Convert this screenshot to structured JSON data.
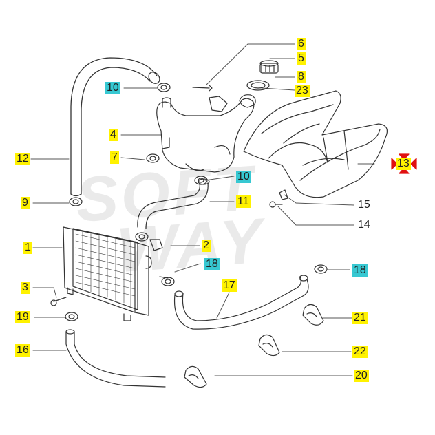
{
  "watermark": {
    "line1": "SOFT",
    "line2": "WAY"
  },
  "colors": {
    "highlight_yellow": "#fff200",
    "highlight_cyan": "#37c8d2",
    "marker_red": "#e01010",
    "line": "#333333"
  },
  "callouts": [
    {
      "id": "c6",
      "text": "6",
      "highlight": "yellow"
    },
    {
      "id": "c5",
      "text": "5",
      "highlight": "yellow"
    },
    {
      "id": "c8",
      "text": "8",
      "highlight": "yellow"
    },
    {
      "id": "c23",
      "text": "23",
      "highlight": "yellow"
    },
    {
      "id": "c10a",
      "text": "10",
      "highlight": "cyan"
    },
    {
      "id": "c4",
      "text": "4",
      "highlight": "yellow"
    },
    {
      "id": "c12",
      "text": "12",
      "highlight": "yellow"
    },
    {
      "id": "c7",
      "text": "7",
      "highlight": "yellow"
    },
    {
      "id": "c10b",
      "text": "10",
      "highlight": "cyan"
    },
    {
      "id": "c13",
      "text": "13",
      "highlight": "yellow"
    },
    {
      "id": "c9",
      "text": "9",
      "highlight": "yellow"
    },
    {
      "id": "c11",
      "text": "11",
      "highlight": "yellow"
    },
    {
      "id": "c15",
      "text": "15",
      "highlight": "none"
    },
    {
      "id": "c14",
      "text": "14",
      "highlight": "none"
    },
    {
      "id": "c1",
      "text": "1",
      "highlight": "yellow"
    },
    {
      "id": "c2",
      "text": "2",
      "highlight": "yellow"
    },
    {
      "id": "c18a",
      "text": "18",
      "highlight": "cyan"
    },
    {
      "id": "c18b",
      "text": "18",
      "highlight": "cyan"
    },
    {
      "id": "c3",
      "text": "3",
      "highlight": "yellow"
    },
    {
      "id": "c17",
      "text": "17",
      "highlight": "yellow"
    },
    {
      "id": "c19",
      "text": "19",
      "highlight": "yellow"
    },
    {
      "id": "c21",
      "text": "21",
      "highlight": "yellow"
    },
    {
      "id": "c16",
      "text": "16",
      "highlight": "yellow"
    },
    {
      "id": "c22",
      "text": "22",
      "highlight": "yellow"
    },
    {
      "id": "c20",
      "text": "20",
      "highlight": "yellow"
    }
  ]
}
